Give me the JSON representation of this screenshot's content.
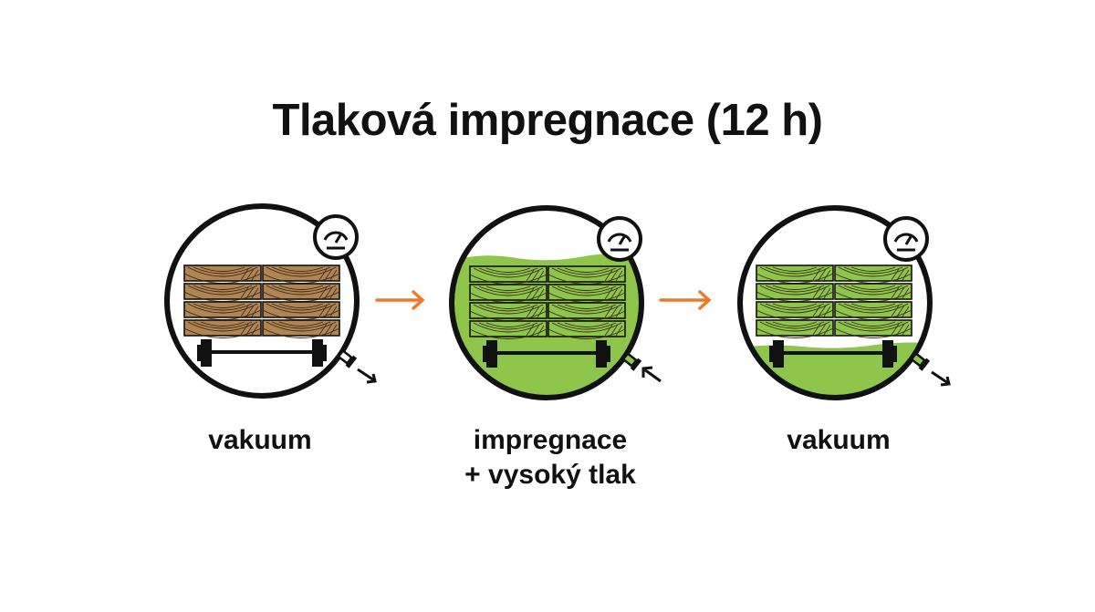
{
  "title": "Tlaková impregnace (12 h)",
  "colors": {
    "outline": "#111111",
    "arrow": "#ec7a2c",
    "wood": "#b08554",
    "wood_impregnated": "#8dc64a",
    "liquid": "#8dc64a",
    "plank_gap": "#a9a9a9"
  },
  "stages": [
    {
      "label_line1": "vakuum",
      "label_line2": "",
      "state": "dry",
      "valve_arrow": "out"
    },
    {
      "label_line1": "impregnace",
      "label_line2": "+ vysoký tlak",
      "state": "submerged",
      "valve_arrow": "in"
    },
    {
      "label_line1": "vakuum",
      "label_line2": "",
      "state": "drained",
      "valve_arrow": "out"
    }
  ],
  "icons": {
    "gauge": "pressure-gauge-icon",
    "wagon": "cart-axle-icon",
    "valve": "valve-icon",
    "step_arrow": "right-arrow-icon"
  }
}
